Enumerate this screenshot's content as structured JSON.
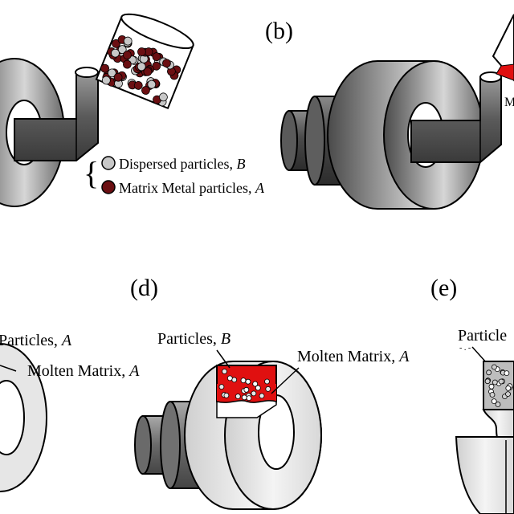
{
  "panels": {
    "b": {
      "label": "(b)"
    },
    "d": {
      "label": "(d)"
    },
    "e": {
      "label": "(e)"
    }
  },
  "legend": {
    "dispersed": {
      "text": "Dispersed particles, ",
      "var": "B"
    },
    "matrix": {
      "text": "Matrix Metal particles, ",
      "var": "A"
    }
  },
  "annotations": {
    "cut_letter": "M",
    "c_particles": {
      "text": "Particles, ",
      "var": "A"
    },
    "c_molten": {
      "text": "Molten Matrix, ",
      "var": "A"
    },
    "d_particles": {
      "text": "Particles, ",
      "var": "B"
    },
    "d_molten": {
      "text": "Molten Matrix, ",
      "var": "A"
    },
    "e_particles": {
      "text": "Particle"
    }
  },
  "colors": {
    "matrix_particle": "#6b0f12",
    "molten": "#e01010",
    "outline": "#000000",
    "dispersed_particle": "#c8c8c8"
  }
}
